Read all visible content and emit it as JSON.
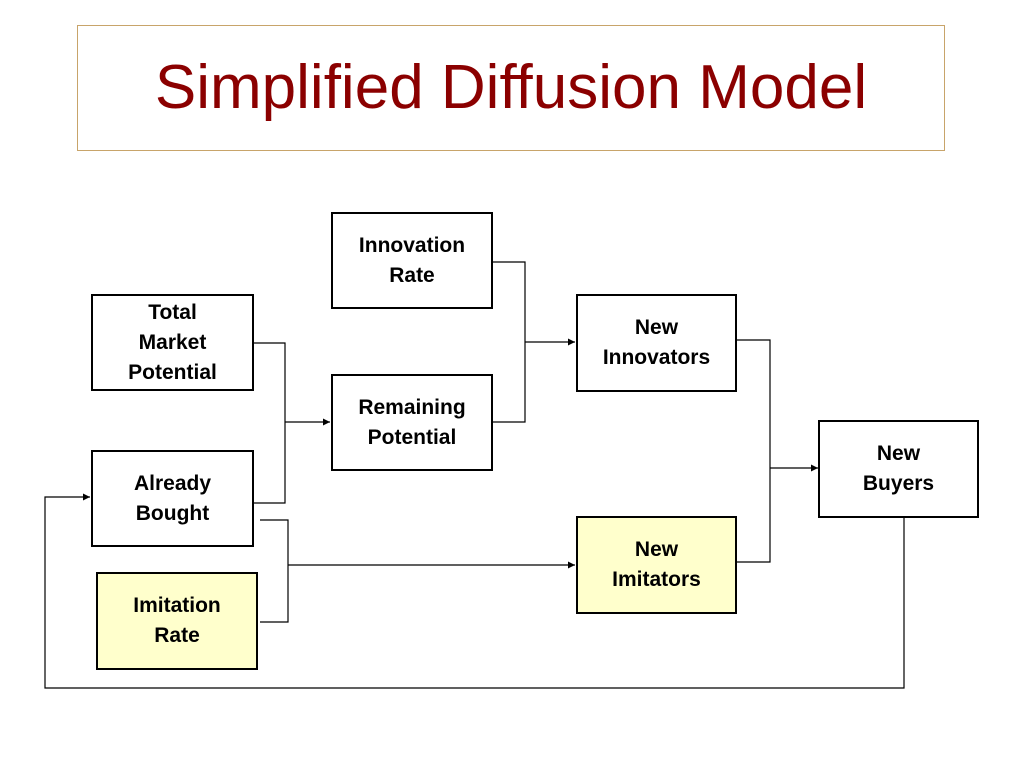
{
  "title": "Simplified Diffusion Model",
  "colors": {
    "title": "#8b0000",
    "highlight_fill": "#ffffcc",
    "title_border": "#c8a46a"
  },
  "nodes": {
    "innovation_rate": "Innovation\nRate",
    "total_market_potential": "Total\nMarket\nPotential",
    "remaining_potential": "Remaining\nPotential",
    "already_bought": "Already\nBought",
    "imitation_rate": "Imitation\nRate",
    "new_innovators": "New\nInnovators",
    "new_imitators": "New\nImitators",
    "new_buyers": "New\nBuyers"
  }
}
